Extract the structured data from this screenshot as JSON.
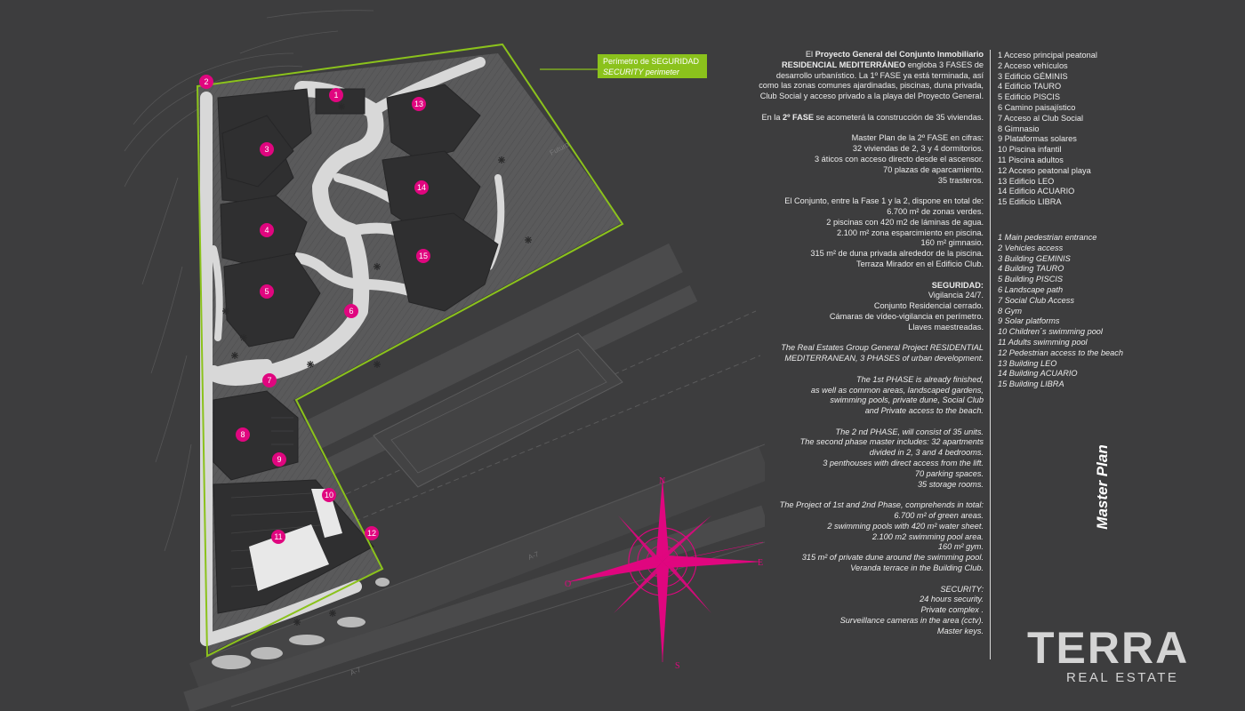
{
  "security_label": {
    "es": "Perímetro de SEGURIDAD",
    "en": "SECURITY perimeter"
  },
  "map_labels": {
    "road_a7_1": "A-7",
    "road_a7_2": "A-7",
    "future": "Futuro"
  },
  "markers": [
    "1",
    "2",
    "3",
    "4",
    "5",
    "6",
    "7",
    "8",
    "9",
    "10",
    "11",
    "12",
    "13",
    "14",
    "15"
  ],
  "compass": {
    "n": "N",
    "e": "E",
    "s": "S",
    "o": "O"
  },
  "description": {
    "es_intro": {
      "pre": "El ",
      "bold1": "Proyecto General del Conjunto Inmobiliario RESIDENCIAL MEDITERRÁNEO",
      "post": " engloba 3 FASES de desarrollo urbanístico. La 1º FASE ya está terminada, así como las zonas comunes ajardinadas, piscinas, duna privada, Club Social y acceso privado a la playa del Proyecto General."
    },
    "es_phase2": {
      "pre": "En la ",
      "bold": "2º FASE",
      "post": " se acometerá la construcción de 35 viviendas."
    },
    "es_masterplan": "Master Plan de la 2º FASE en cifras:\n32 viviendas de 2, 3 y 4 dormitorios.\n3 áticos con acceso directo desde el ascensor.\n70 plazas de aparcamiento.\n35 trasteros.",
    "es_totals": "El Conjunto, entre la Fase 1 y la 2, dispone en total de:\n6.700 m² de zonas verdes.\n2 piscinas con 420 m2 de láminas de agua.\n2.100 m² zona esparcimiento en piscina.\n160 m² gimnasio.\n315 m² de duna privada alrededor de la piscina.\nTerraza Mirador en el Edificio Club.",
    "es_security_title": "SEGURIDAD:",
    "es_security": "Vigilancia 24/7.\nConjunto Residencial cerrado.\nCámaras de vídeo-vigilancia en perímetro.\nLlaves maestreadas.",
    "en_intro": "The Real Estates Group General Project RESIDENTIAL MEDITERRANEAN, 3 PHASES of urban development.",
    "en_phase1": "The 1st PHASE is already finished,\nas well as common areas, landscaped gardens,\nswimming pools, private dune, Social Club\nand Private access to the beach.",
    "en_phase2": "The 2 nd PHASE, will consist of 35 units.\nThe second phase master includes: 32 apartments\ndivided in 2, 3 and 4 bedrooms.\n3 penthouses with direct access from the lift.\n70 parking spaces.\n35 storage rooms.",
    "en_totals": "The Project of 1st and 2nd Phase, comprehends in total:\n6.700 m² of green areas.\n2 swimming pools with 420 m² water sheet.\n2.100 m2 swimming pool area.\n160 m² gym.\n315 m² of private dune around the swimming pool.\nVeranda terrace in the Building Club.",
    "en_security": "SECURITY:\n24 hours security.\nPrivate complex .\nSurveillance cameras in the area (cctv).\nMaster keys."
  },
  "legend_es": [
    "1 Acceso principal peatonal",
    "2 Acceso vehículos",
    "3 Edificio GÉMINIS",
    "4 Edificio TAURO",
    "5 Edificio PISCIS",
    "6 Camino paisajístico",
    "7 Acceso al Club Social",
    "8 Gimnasio",
    "9 Plataformas solares",
    "10 Piscina infantil",
    "11 Piscina adultos",
    "12 Acceso peatonal playa",
    "13 Edificio LEO",
    "14 Edificio ACUARIO",
    "15 Edificio LIBRA"
  ],
  "legend_en": [
    "1 Main pedestrian entrance",
    "2 Vehicles access",
    "3 Building GEMINIS",
    "4 Building TAURO",
    "5 Building PISCIS",
    "6 Landscape path",
    "7 Social Club Access",
    "8 Gym",
    "9 Solar platforms",
    "10 Children´s swimming pool",
    "11 Adults swimming pool",
    "12 Pedestrian access to the beach",
    "13 Building LEO",
    "14 Building ACUARIO",
    "15 Building LIBRA"
  ],
  "title": "Master Plan",
  "brand": {
    "name": "TERRA",
    "sub": "REAL ESTATE"
  },
  "colors": {
    "background": "#3d3d3e",
    "accent": "#e0067f",
    "perimeter": "#8bc21c"
  }
}
